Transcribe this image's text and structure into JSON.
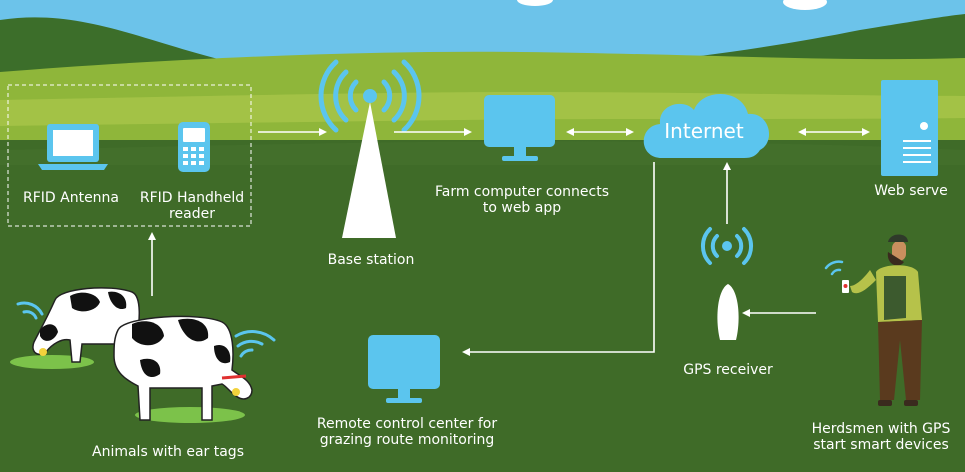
{
  "colors": {
    "sky": "#6cc3ea",
    "field_light": "#8ab236",
    "field_dark": "#3f6b28",
    "accent": "#5bc5ee",
    "text": "#ffffff"
  },
  "nodes": {
    "rfid_antenna": {
      "label": "RFID Antenna",
      "icon": "laptop-icon"
    },
    "rfid_handheld": {
      "line1": "RFID Handheld",
      "line2": "reader",
      "icon": "handheld-reader-icon"
    },
    "base_station": {
      "label": "Base station",
      "icon": "antenna-tower-icon"
    },
    "farm_computer": {
      "line1": "Farm computer connects",
      "line2": "to web app",
      "icon": "monitor-icon"
    },
    "internet": {
      "label": "Internet",
      "icon": "cloud-icon"
    },
    "web_server": {
      "label": "Web serve",
      "icon": "server-icon"
    },
    "gps_receiver": {
      "label": "GPS receiver",
      "icon": "gps-receiver-icon"
    },
    "remote_control": {
      "line1": "Remote control center for",
      "line2": "grazing route monitoring",
      "icon": "monitor-icon"
    },
    "animals": {
      "label": "Animals with ear tags",
      "icon": "cow-icon"
    },
    "herdsmen": {
      "line1": "Herdsmen with GPS",
      "line2": "start smart devices",
      "icon": "herdsman-icon"
    }
  }
}
